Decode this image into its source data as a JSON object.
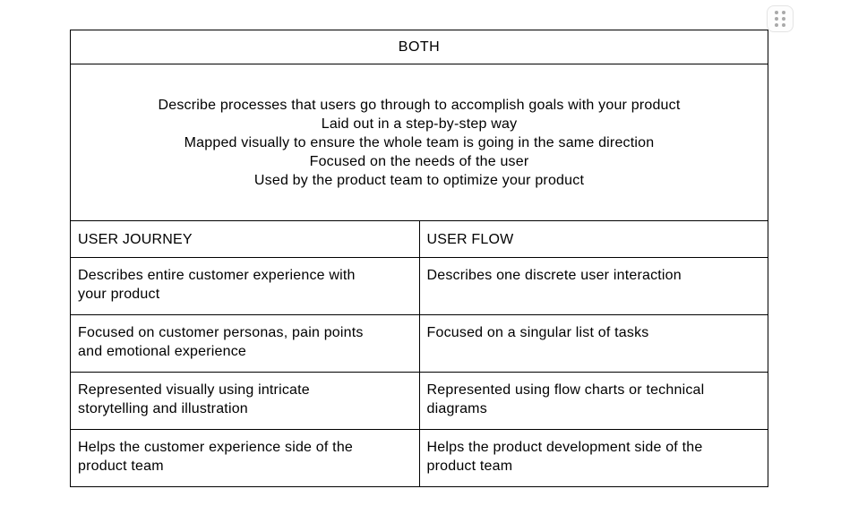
{
  "canvas": {
    "background_color": "#ffffff"
  },
  "drag_handle": {
    "icon": "grip-dots-icon",
    "border_color": "#e4e4e4",
    "dot_color": "#a9a9a9"
  },
  "both_section": {
    "title": "BOTH",
    "lines": [
      "Describe processes that users go through to accomplish goals with your product",
      "Laid out in a step-by-step way",
      "Mapped visually to ensure the whole team is going in the same direction",
      "Focused on the needs of the user",
      "Used by the product team to optimize your product"
    ]
  },
  "comparison": {
    "columns": [
      "USER JOURNEY",
      "USER FLOW"
    ],
    "rows": [
      [
        "Describes entire customer experience with your product",
        "Describes one discrete user interaction"
      ],
      [
        "Focused on customer personas, pain points and emotional experience",
        "Focused on a singular list of tasks"
      ],
      [
        "Represented visually using intricate storytelling and illustration",
        "Represented using flow charts or technical diagrams"
      ],
      [
        "Helps the customer experience side of the product team",
        "Helps the product development side of the product team"
      ]
    ],
    "border_color": "#000000",
    "text_color": "#000000"
  }
}
